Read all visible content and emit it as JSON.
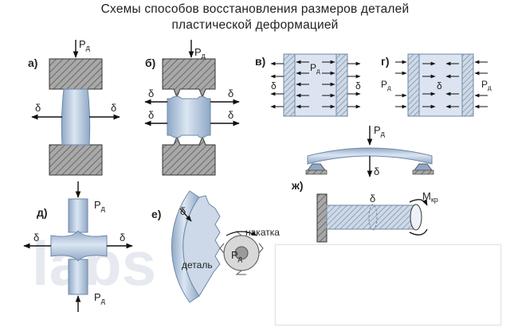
{
  "title": {
    "line1": "Схемы способов восстановления размеров деталей",
    "line2": "пластической деформацией"
  },
  "schemes": {
    "a": {
      "label": "а)",
      "force": "Р",
      "force_sub": "д",
      "delta": "δ"
    },
    "b": {
      "label": "б)",
      "force": "Р",
      "force_sub": "д",
      "delta": "δ"
    },
    "v": {
      "label": "в)",
      "force": "Р",
      "force_sub": "д",
      "delta": "δ"
    },
    "g": {
      "label": "г)",
      "force": "Р",
      "force_sub": "д",
      "delta": "δ"
    },
    "d": {
      "label": "д)",
      "force": "Р",
      "force_sub": "д",
      "delta": "δ"
    },
    "e": {
      "label": "е)",
      "force": "Р",
      "force_sub": "д",
      "delta": "δ",
      "knurl": "накатка",
      "part": "деталь"
    },
    "bend": {
      "force": "Р",
      "force_sub": "д",
      "delta": "δ"
    },
    "zh": {
      "label": "ж)",
      "delta": "δ",
      "moment": "М",
      "moment_sub": "кр"
    }
  },
  "watermark": "labs",
  "colors": {
    "part_fill": "#bcd0e6",
    "part_edge": "#6d87a6",
    "tool_fill": "#9a9a9a",
    "hatch": "#555555",
    "ink": "#111111"
  }
}
